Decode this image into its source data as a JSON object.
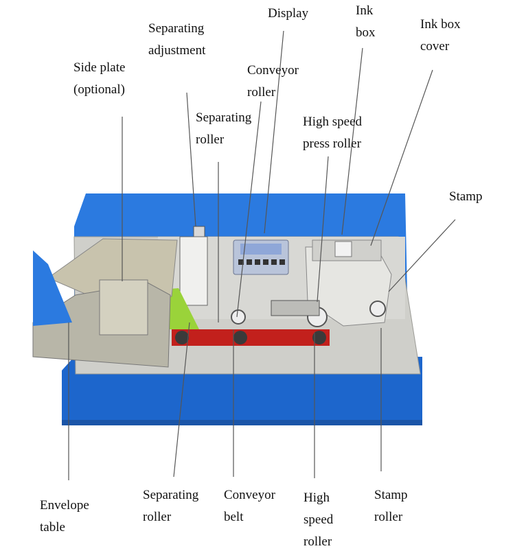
{
  "labels": {
    "display": "Display",
    "ink_box": [
      "Ink",
      "box"
    ],
    "ink_box_cover": [
      "Ink box",
      "cover"
    ],
    "separating_adjustment": [
      "Separating",
      "adjustment"
    ],
    "side_plate": [
      "Side plate",
      "(optional)"
    ],
    "conveyor_roller": [
      "Conveyor",
      "roller"
    ],
    "separating_roller_top": [
      "Separating",
      "roller"
    ],
    "high_speed_press_roller": [
      "High speed",
      "press roller"
    ],
    "stamp": "Stamp",
    "envelope_table": [
      "Envelope",
      "table"
    ],
    "separating_roller_bottom": [
      "Separating",
      "roller"
    ],
    "conveyor_belt": [
      "Conveyor",
      "belt"
    ],
    "high_speed_roller": [
      "High",
      "speed",
      "roller"
    ],
    "stamp_roller": [
      "Stamp",
      "roller"
    ]
  },
  "colors": {
    "machine_blue": "#1f6fd6",
    "steel": "#c9c9c4",
    "belt_red": "#c2201c",
    "paper_green": "#9ad33a",
    "display_blue": "#8fa7d8"
  }
}
